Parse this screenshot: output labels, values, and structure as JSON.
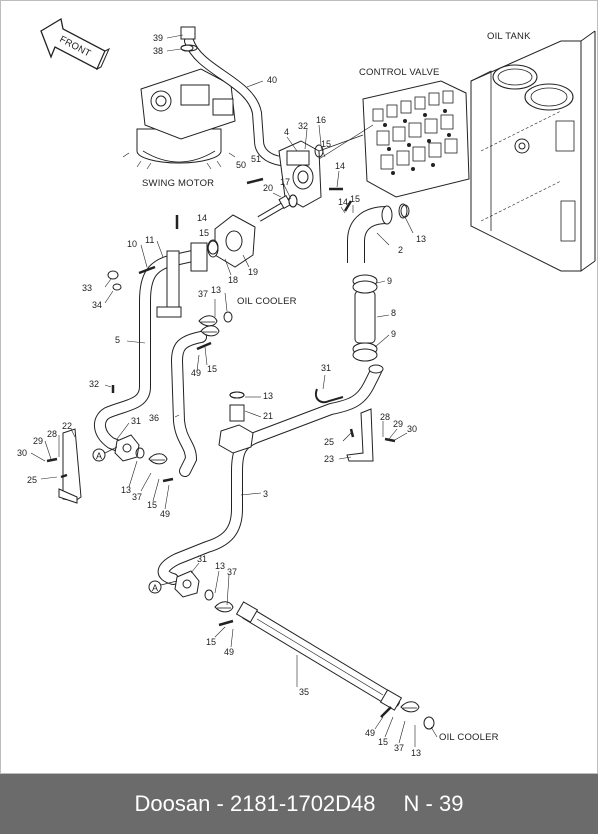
{
  "diagram": {
    "direction_label": "FRONT",
    "components": {
      "oil_tank": "OIL TANK",
      "control_valve": "CONTROL VALVE",
      "swing_motor": "SWING MOTOR",
      "oil_cooler_top": "OIL COOLER",
      "oil_cooler_bottom": "OIL COOLER"
    },
    "connection_marks": [
      "A",
      "A"
    ],
    "part_numbers": [
      {
        "id": "p39",
        "text": "39"
      },
      {
        "id": "p38",
        "text": "38"
      },
      {
        "id": "p40",
        "text": "40"
      },
      {
        "id": "p32a",
        "text": "32"
      },
      {
        "id": "p16",
        "text": "16"
      },
      {
        "id": "p4",
        "text": "4"
      },
      {
        "id": "p15a",
        "text": "15"
      },
      {
        "id": "p14a",
        "text": "14"
      },
      {
        "id": "p50",
        "text": "50"
      },
      {
        "id": "p51",
        "text": "51"
      },
      {
        "id": "p17",
        "text": "17"
      },
      {
        "id": "p20",
        "text": "20"
      },
      {
        "id": "p14b",
        "text": "14"
      },
      {
        "id": "p15b",
        "text": "15"
      },
      {
        "id": "p2",
        "text": "2"
      },
      {
        "id": "p13a",
        "text": "13"
      },
      {
        "id": "p14c",
        "text": "14"
      },
      {
        "id": "p15c",
        "text": "15"
      },
      {
        "id": "p10",
        "text": "10"
      },
      {
        "id": "p11",
        "text": "11"
      },
      {
        "id": "p18",
        "text": "18"
      },
      {
        "id": "p19",
        "text": "19"
      },
      {
        "id": "p33",
        "text": "33"
      },
      {
        "id": "p34",
        "text": "34"
      },
      {
        "id": "p9a",
        "text": "9"
      },
      {
        "id": "p37a",
        "text": "37"
      },
      {
        "id": "p13b",
        "text": "13"
      },
      {
        "id": "p8",
        "text": "8"
      },
      {
        "id": "p5",
        "text": "5"
      },
      {
        "id": "p9b",
        "text": "9"
      },
      {
        "id": "p15d",
        "text": "15"
      },
      {
        "id": "p49a",
        "text": "49"
      },
      {
        "id": "p32b",
        "text": "32"
      },
      {
        "id": "p31a",
        "text": "31"
      },
      {
        "id": "p13c",
        "text": "13"
      },
      {
        "id": "p21",
        "text": "21"
      },
      {
        "id": "p36",
        "text": "36"
      },
      {
        "id": "p31b",
        "text": "31"
      },
      {
        "id": "p22",
        "text": "22"
      },
      {
        "id": "p28a",
        "text": "28"
      },
      {
        "id": "p29a",
        "text": "29"
      },
      {
        "id": "p30a",
        "text": "30"
      },
      {
        "id": "p28b",
        "text": "28"
      },
      {
        "id": "p29b",
        "text": "29"
      },
      {
        "id": "p30b",
        "text": "30"
      },
      {
        "id": "p25a",
        "text": "25"
      },
      {
        "id": "p23",
        "text": "23"
      },
      {
        "id": "p25b",
        "text": "25"
      },
      {
        "id": "p13d",
        "text": "13"
      },
      {
        "id": "p37b",
        "text": "37"
      },
      {
        "id": "p15e",
        "text": "15"
      },
      {
        "id": "p49b",
        "text": "49"
      },
      {
        "id": "p3",
        "text": "3"
      },
      {
        "id": "p31c",
        "text": "31"
      },
      {
        "id": "p13e",
        "text": "13"
      },
      {
        "id": "p37c",
        "text": "37"
      },
      {
        "id": "p15f",
        "text": "15"
      },
      {
        "id": "p49c",
        "text": "49"
      },
      {
        "id": "p35",
        "text": "35"
      },
      {
        "id": "p49d",
        "text": "49"
      },
      {
        "id": "p15g",
        "text": "15"
      },
      {
        "id": "p37d",
        "text": "37"
      },
      {
        "id": "p13f",
        "text": "13"
      }
    ]
  },
  "footer": {
    "brand": "Doosan",
    "separator": " - ",
    "part_code": "2181-1702D48",
    "page": "N - 39"
  }
}
